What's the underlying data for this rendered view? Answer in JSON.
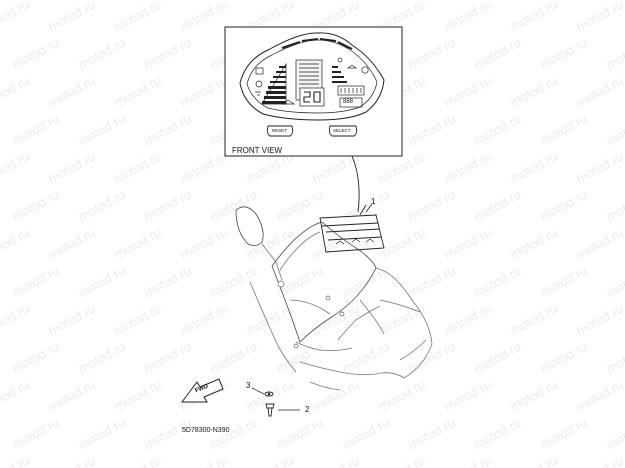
{
  "watermark": "motod.ru",
  "inset": {
    "label": "FRONT VIEW"
  },
  "buttons": {
    "left": "RESET",
    "right": "SELECT"
  },
  "callouts": [
    {
      "id": "1",
      "text": "1"
    },
    {
      "id": "2",
      "text": "2"
    },
    {
      "id": "3",
      "text": "3"
    }
  ],
  "arrow_label": "FWD",
  "figure_code": "5D78300-N390",
  "display_digits": {
    "odo": "888"
  }
}
